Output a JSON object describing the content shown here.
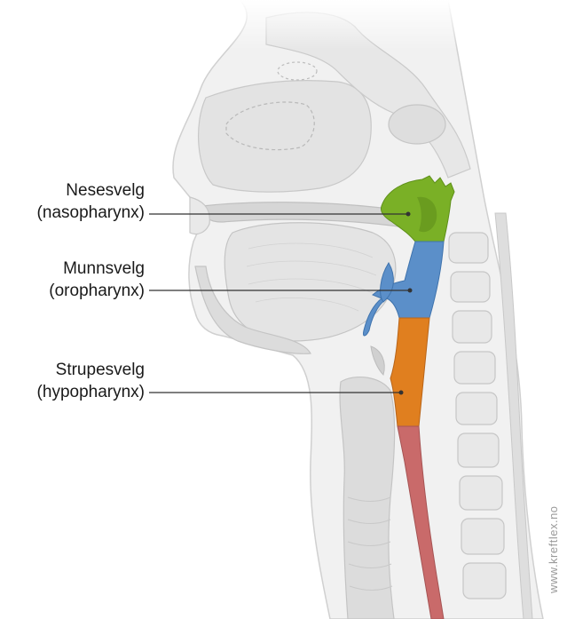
{
  "labels": {
    "nasopharynx": {
      "name": "Nesesvelg",
      "latin": "(nasopharynx)"
    },
    "oropharynx": {
      "name": "Munnsvelg",
      "latin": "(oropharynx)"
    },
    "hypopharynx": {
      "name": "Strupesvelg",
      "latin": "(hypopharynx)"
    }
  },
  "watermark": "www.kreftlex.no",
  "colors": {
    "nasopharynx": "#7ab026",
    "oropharynx": "#5b8fc9",
    "hypopharynx": "#e07f1f",
    "esophagus": "#c96a6a",
    "tissue": "#e6e6e6",
    "outline": "#c8c8c8"
  }
}
